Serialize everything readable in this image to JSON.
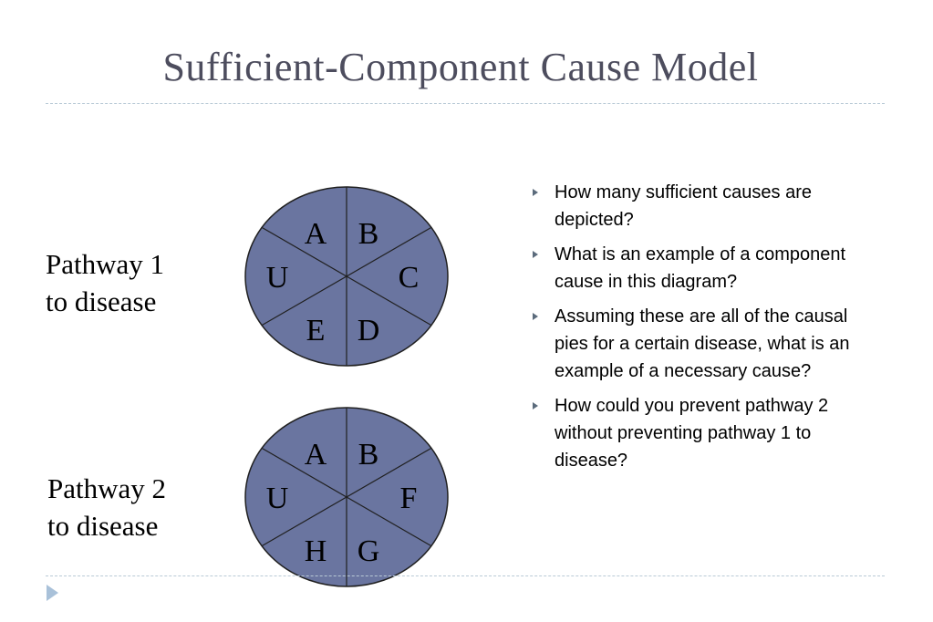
{
  "slide": {
    "title": "Sufficient-Component Cause Model"
  },
  "pies": [
    {
      "label_lines": [
        "Pathway 1",
        "to disease"
      ],
      "slices": [
        "B",
        "C",
        "D",
        "E",
        "U",
        "A"
      ]
    },
    {
      "label_lines": [
        "Pathway 2",
        "to disease"
      ],
      "slices": [
        "B",
        "F",
        "G",
        "H",
        "U",
        "A"
      ]
    }
  ],
  "questions": [
    "How many sufficient causes are depicted?",
    "What is an example of a component cause in this diagram?",
    "Assuming these are all of the causal pies for a certain disease, what is an example of a necessary cause?",
    "How could you prevent pathway 2 without preventing pathway 1 to disease?"
  ],
  "colors": {
    "pie_fill": "#6a75a0",
    "pie_stroke": "#202020",
    "title": "#4d4d5e",
    "rule": "#b9cad6",
    "bullet": "#5b6b7c",
    "nav_arrow": "#a9c1d9"
  },
  "icons": {
    "bullet": "triangle-right-icon",
    "nav": "nav-arrow-icon"
  }
}
